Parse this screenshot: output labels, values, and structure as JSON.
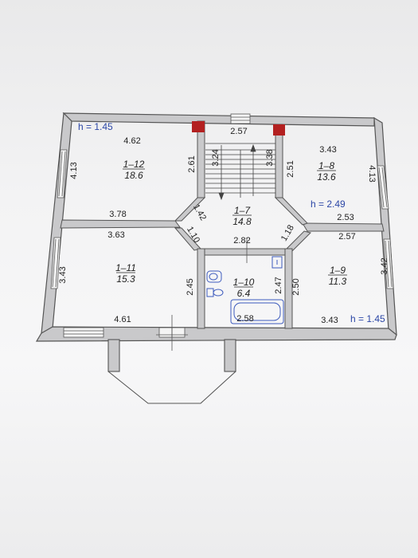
{
  "floorplan": {
    "heights": {
      "top_left": "h = 1.45",
      "middle_right": "h = 2.49",
      "bottom_right": "h = 1.45"
    },
    "rooms": [
      {
        "id": "room-1-12",
        "number": "1–12",
        "area": "18.6"
      },
      {
        "id": "room-1-8",
        "number": "1–8",
        "area": "13.6"
      },
      {
        "id": "room-1-7",
        "number": "1–7",
        "area": "14.8"
      },
      {
        "id": "room-1-11",
        "number": "1–11",
        "area": "15.3"
      },
      {
        "id": "room-1-10",
        "number": "1–10",
        "area": "6.4"
      },
      {
        "id": "room-1-9",
        "number": "1–9",
        "area": "11.3"
      }
    ],
    "dimensions": {
      "top_left_width": "4.62",
      "left_upper_height": "4.13",
      "room12_right": "2.61",
      "stair_top": "2.57",
      "stair_left": "3.24",
      "stair_right": "3.38",
      "room8_left": "2.51",
      "room8_width": "3.43",
      "right_upper_height": "4.13",
      "mid_left_top": "3.78",
      "mid_left_bottom": "3.63",
      "diag_upper_left": "1.42",
      "diag_lower_left": "1.10",
      "hall_bottom": "2.82",
      "diag_right": "1.18",
      "mid_right_top": "2.53",
      "mid_right_bottom": "2.57",
      "left_lower_height": "3.43",
      "room11_right": "2.45",
      "bath_right": "2.47",
      "room9_left": "2.50",
      "right_lower_height": "3.42",
      "bottom_left_width": "4.61",
      "bath_width": "2.58",
      "room9_width": "3.43"
    }
  }
}
